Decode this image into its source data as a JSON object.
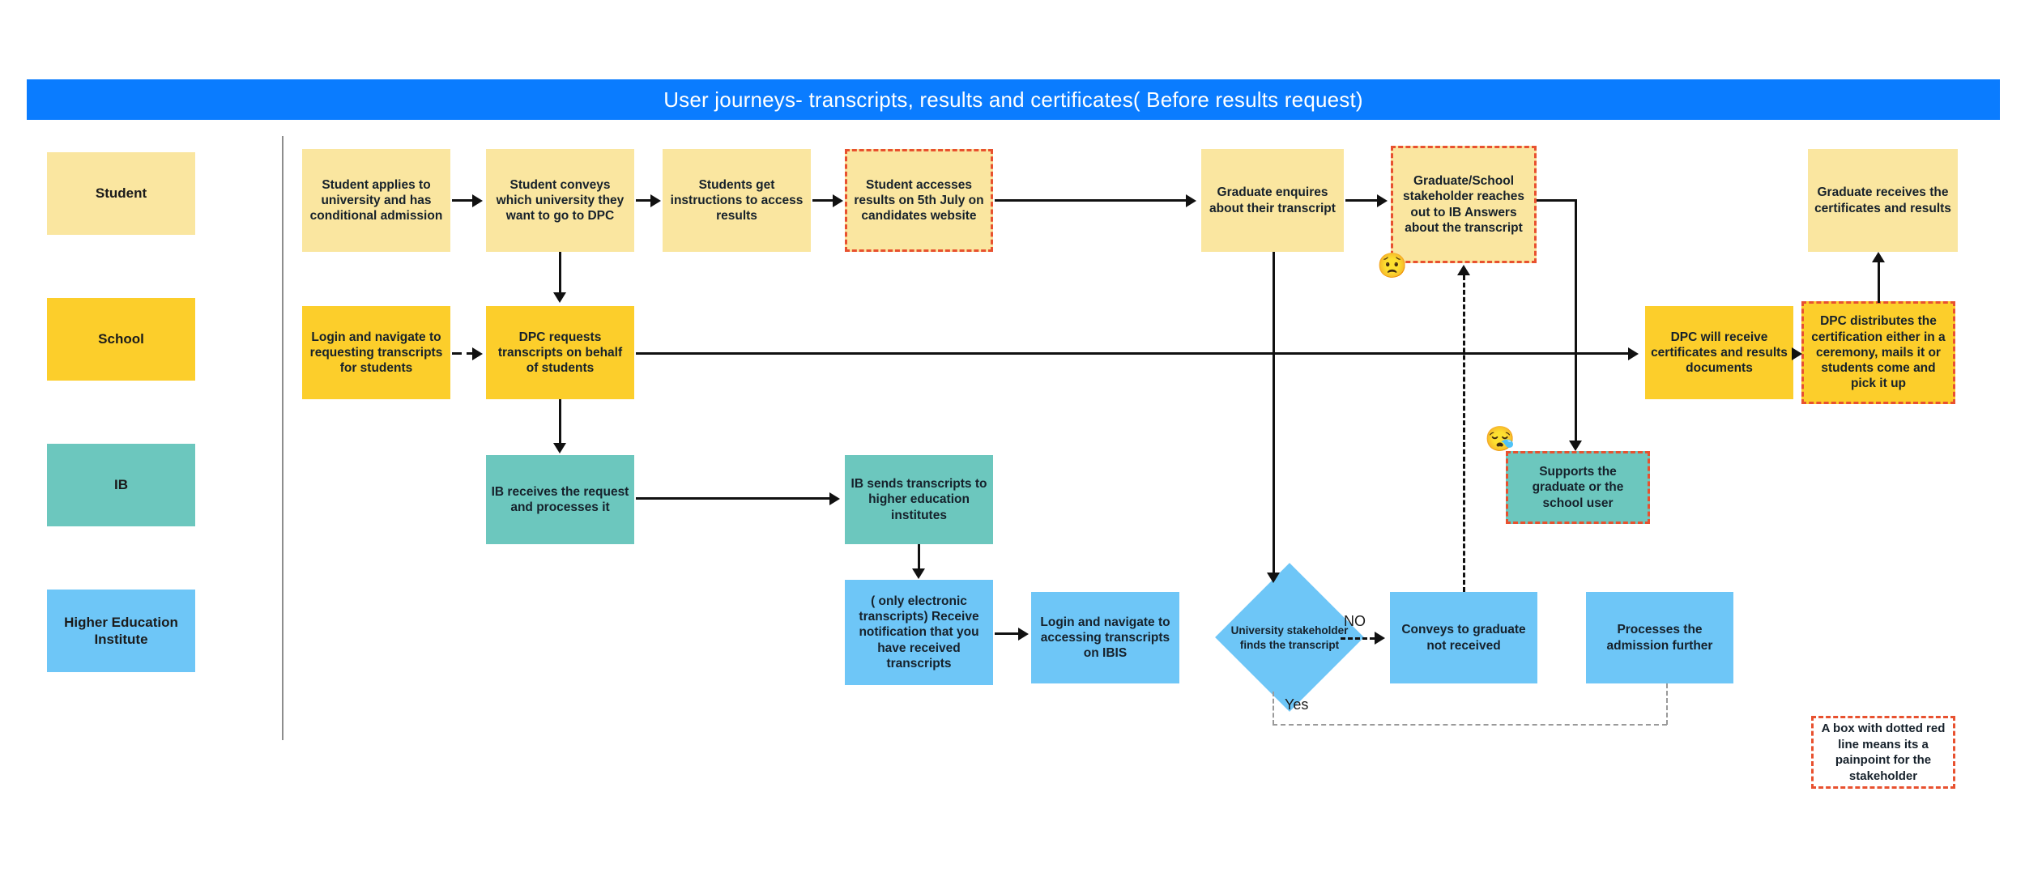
{
  "header": {
    "title": "User journeys- transcripts, results and certificates( Before results request)",
    "bar_color": "#0a7cff",
    "text_color": "#ffffff"
  },
  "lanes": [
    {
      "id": "student",
      "label": "Student",
      "color": "#fae6a0"
    },
    {
      "id": "school",
      "label": "School",
      "color": "#fcce2b"
    },
    {
      "id": "ib",
      "label": "IB",
      "color": "#6cc7be"
    },
    {
      "id": "hei",
      "label": "Higher Education Institute",
      "color": "#6ec6f7"
    }
  ],
  "nodes": {
    "n1": {
      "text": "Student applies to university and has conditional admission",
      "lane": "student",
      "painpoint": false
    },
    "n2": {
      "text": "Student conveys which university they want to go to DPC",
      "lane": "student",
      "painpoint": false
    },
    "n3": {
      "text": "Students get instructions to access results",
      "lane": "student",
      "painpoint": false
    },
    "n4": {
      "text": "Student accesses results on 5th July on candidates website",
      "lane": "student",
      "painpoint": true
    },
    "n5": {
      "text": "Graduate enquires about their transcript",
      "lane": "student",
      "painpoint": false
    },
    "n6": {
      "text": "Graduate/School stakeholder reaches out to IB Answers about the transcript",
      "lane": "student",
      "painpoint": true
    },
    "n7": {
      "text": "Graduate receives the certificates and results",
      "lane": "student",
      "painpoint": false
    },
    "n8": {
      "text": "Login and navigate to requesting transcripts for students",
      "lane": "school",
      "painpoint": false
    },
    "n9": {
      "text": "DPC requests transcripts on behalf of students",
      "lane": "school",
      "painpoint": false
    },
    "n10": {
      "text": "DPC will receive certificates and results documents",
      "lane": "school",
      "painpoint": false
    },
    "n11": {
      "text": "DPC distributes the certification either in a ceremony, mails it or students come and pick it up",
      "lane": "school",
      "painpoint": true
    },
    "n12": {
      "text": "IB receives the request and processes it",
      "lane": "ib",
      "painpoint": false
    },
    "n13": {
      "text": "IB sends transcripts to higher education institutes",
      "lane": "ib",
      "painpoint": false
    },
    "n14": {
      "text": "Supports the graduate or the school user",
      "lane": "ib",
      "painpoint": true
    },
    "n15": {
      "text": "( only electronic transcripts) Receive notification that you have received transcripts",
      "lane": "hei",
      "painpoint": false
    },
    "n16": {
      "text": "Login and navigate to accessing transcripts on IBIS",
      "lane": "hei",
      "painpoint": false
    },
    "n17": {
      "text": "Conveys to graduate not received",
      "lane": "hei",
      "painpoint": false
    },
    "n18": {
      "text": "Processes the admission further",
      "lane": "hei",
      "painpoint": false
    }
  },
  "decision": {
    "text": "University stakeholder finds the transcript",
    "lane": "hei",
    "branch_no": "NO",
    "branch_yes": "Yes"
  },
  "emojis": {
    "worried": "😟",
    "sleepy": "😪"
  },
  "legend": {
    "note": "A box with dotted red line means its a painpoint for the stakeholder",
    "painpoint_color": "#e8512f"
  }
}
